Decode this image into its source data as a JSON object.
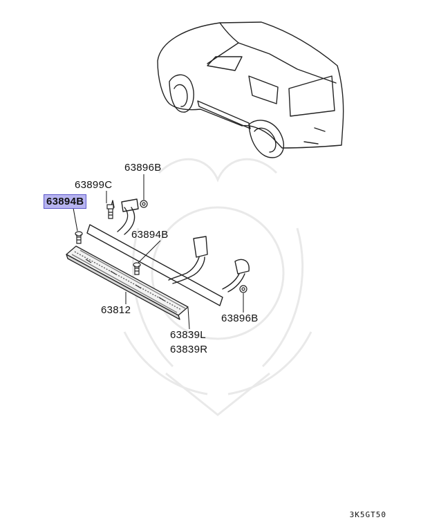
{
  "diagram": {
    "part_labels": {
      "p63896B_top": "63896B",
      "p63899C": "63899C",
      "p63894B_sel": "63894B",
      "p63894B_mid": "63894B",
      "p63812": "63812",
      "p63896B_bot": "63896B",
      "p63839L": "63839L",
      "p63839R": "63839R"
    },
    "selected_part": "63894B",
    "highlight_color": "#b7b4f0",
    "figure_code": "3K5GT50"
  }
}
